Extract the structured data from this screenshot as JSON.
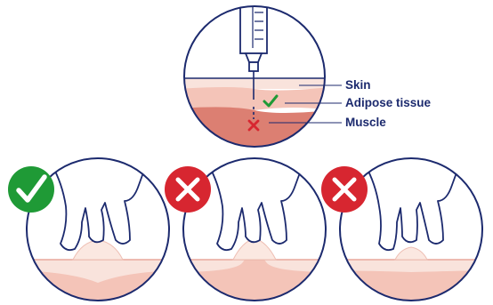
{
  "labels": {
    "skin": "Skin",
    "adipose": "Adipose tissue",
    "muscle": "Muscle"
  },
  "panels": [
    {
      "status": "correct",
      "icon": "checkmark-icon"
    },
    {
      "status": "incorrect",
      "icon": "x-mark-icon"
    },
    {
      "status": "incorrect",
      "icon": "x-mark-icon"
    }
  ],
  "colors": {
    "outline": "#1c2a6e",
    "skin": "#f9e3dc",
    "adipose": "#f4c4b8",
    "muscle": "#dc7f72",
    "correct": "#1f9a36",
    "incorrect": "#d72630"
  }
}
